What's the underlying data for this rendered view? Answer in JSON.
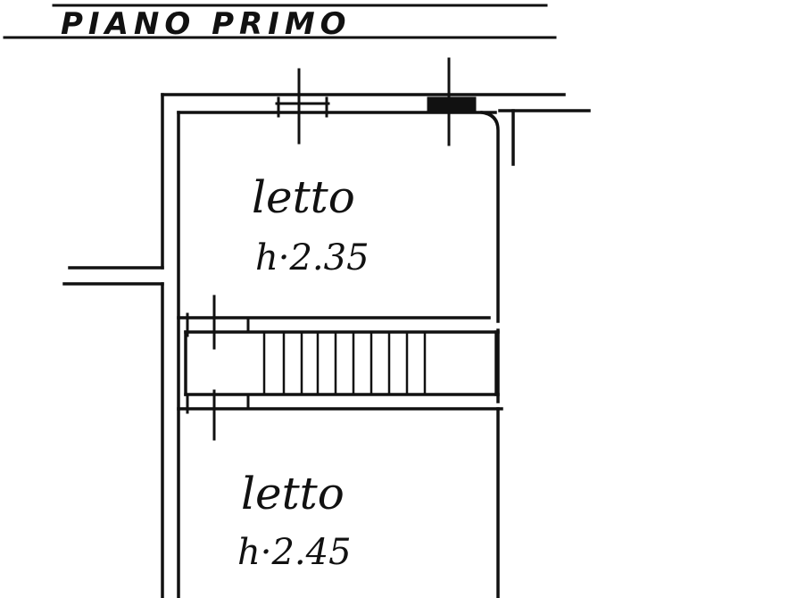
{
  "title": "PIANO PRIMO",
  "rooms": [
    {
      "name": "letto",
      "height": "h·2.35"
    },
    {
      "name": "letto",
      "height": "h·2.45"
    }
  ],
  "colors": {
    "ink": "#111111",
    "paper": "#ffffff"
  }
}
